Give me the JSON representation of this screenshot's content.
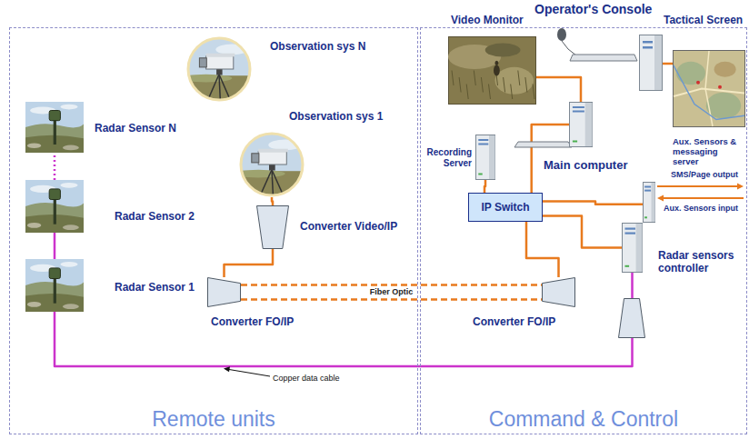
{
  "diagram": {
    "nodes": [
      {
        "text": [
          "Remote units"
        ]
      },
      {
        "text": [
          "Operator's Console",
          "Command & Control"
        ]
      },
      {
        "text": [
          "Observation sys N"
        ],
        "in": 0
      },
      {
        "text": [
          "Observation sys 1"
        ],
        "in": 0
      },
      {
        "text": [
          "Radar Sensor N"
        ],
        "in": 0
      },
      {
        "text": [
          "Radar Sensor 2"
        ],
        "in": 0
      },
      {
        "text": [
          "Converter Video/IP"
        ],
        "in": 0
      },
      {
        "text": [
          "Radar Sensor 1"
        ],
        "in": 0
      },
      {
        "text": [
          "Converter FO/IP"
        ],
        "in": 0
      },
      {
        "text": [
          "Video Monitor"
        ],
        "in": 1
      },
      {
        "text": [
          "Tactical Screen"
        ],
        "in": 1
      },
      {
        "text": [
          "Recording Server"
        ],
        "in": 1
      },
      {
        "text": [
          "Main computer"
        ],
        "in": 1
      },
      {
        "text": [
          "Aux. Sensors & messaging server"
        ],
        "in": 1
      },
      {
        "text": [
          "IP Switch"
        ],
        "in": 1
      },
      {
        "text": [
          "Radar sensors controller"
        ],
        "in": 1
      },
      {
        "text": [
          "Converter FO/IP"
        ],
        "in": 1
      }
    ],
    "edges": [
      {
        "from": 5,
        "to": 4,
        "arrow": "none"
      },
      {
        "from": 7,
        "to": 5,
        "arrow": "none"
      },
      {
        "from": 3,
        "to": 6,
        "arrow": "none"
      },
      {
        "from": 6,
        "to": 8,
        "arrow": "none"
      },
      {
        "from": 8,
        "to": 16,
        "label": "Fiber Optic",
        "arrow": "none"
      },
      {
        "from": 16,
        "to": 14,
        "arrow": "none"
      },
      {
        "from": 14,
        "to": 11,
        "arrow": "none"
      },
      {
        "from": 14,
        "to": 12,
        "arrow": "none"
      },
      {
        "from": 12,
        "to": 9,
        "arrow": "none"
      },
      {
        "from": 14,
        "to": 13,
        "arrow": "none"
      },
      {
        "from": 14,
        "to": 15,
        "arrow": "none"
      },
      {
        "from": 7,
        "to": 15,
        "arrow": "none"
      }
    ],
    "labels": [
      "Copper data cable",
      "SMS/Page output",
      "Aux. Sensors input"
    ]
  }
}
